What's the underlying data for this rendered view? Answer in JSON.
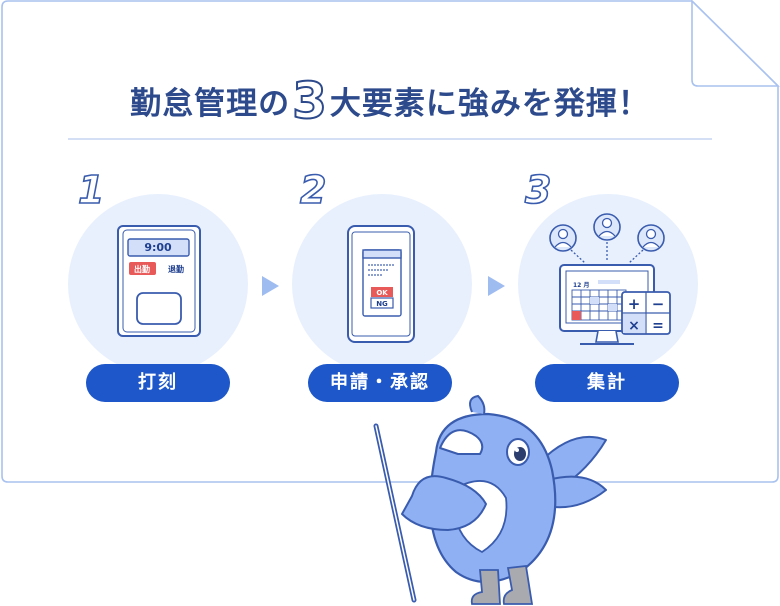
{
  "heading": {
    "before": "勤怠管理の",
    "number": "3",
    "after": "大要素に強みを発揮！"
  },
  "steps": [
    {
      "number": "1",
      "label": "打刻"
    },
    {
      "number": "2",
      "label": "申請・承認"
    },
    {
      "number": "3",
      "label": "集計"
    }
  ],
  "timeclock": {
    "time": "9:00",
    "clock_in": "出勤",
    "clock_out": "退勤"
  },
  "approval": {
    "ok": "OK",
    "ng": "NG"
  },
  "calendar": {
    "month": "12 月"
  },
  "calculator": {
    "plus": "+",
    "minus": "−",
    "times": "×",
    "equals": "="
  },
  "colors": {
    "primary": "#1d57c9",
    "line": "#3a5cae",
    "circle_fill": "#e8f0fd",
    "bird_fill": "#8fb0f2",
    "red_accent": "#e85a5a"
  }
}
